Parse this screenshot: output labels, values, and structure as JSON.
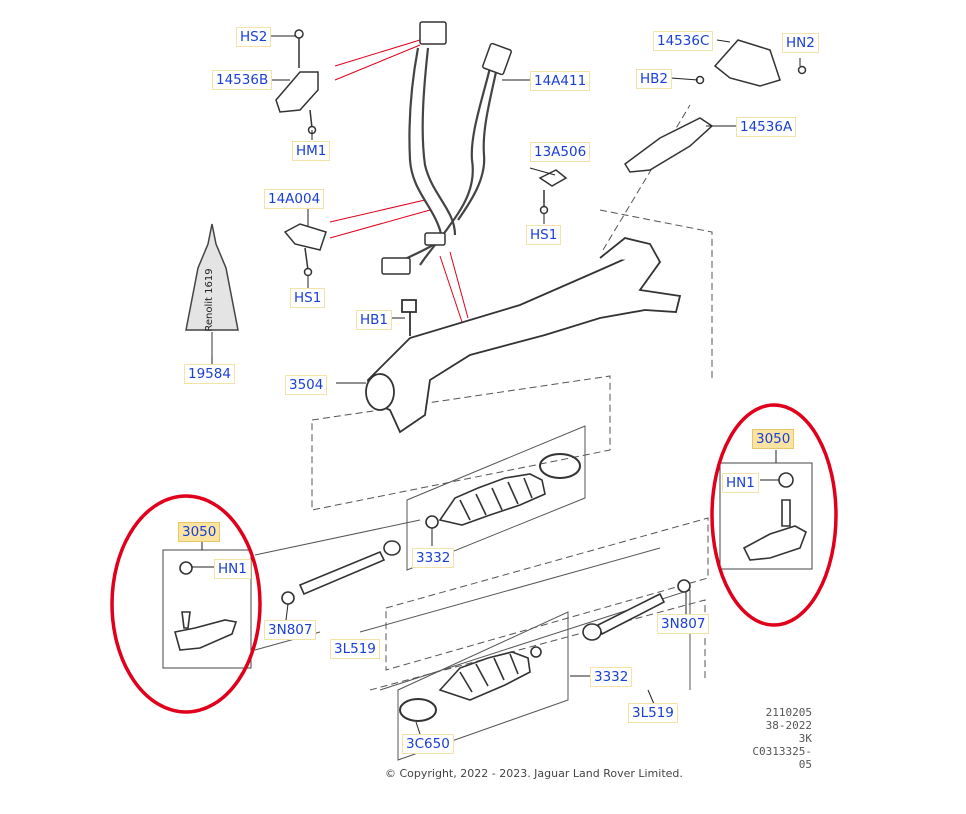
{
  "diagram": {
    "labels": {
      "hs2": "HS2",
      "p14536b": "14536B",
      "hm1": "HM1",
      "p14536c": "14536C",
      "hn2": "HN2",
      "hb2": "HB2",
      "p14536a": "14536A",
      "p14a411": "14A411",
      "p13a506": "13A506",
      "hs1_right": "HS1",
      "p14a004": "14A004",
      "hs1_left": "HS1",
      "hb1": "HB1",
      "p19584": "19584",
      "p3504": "3504",
      "p3050_right": "3050",
      "hn1_right": "HN1",
      "p3050_left": "3050",
      "hn1_left": "HN1",
      "p3332_upper": "3332",
      "p3n807_left": "3N807",
      "p3l519_left": "3L519",
      "p3n807_right": "3N807",
      "p3332_lower": "3332",
      "p3l519_right": "3L519",
      "p3c650": "3C650"
    },
    "sealant_text": "Renolit 1619",
    "footer_lines": [
      "2110205",
      "38-2022",
      "3K",
      "C0313325-05"
    ],
    "copyright": "© Copyright, 2022 - 2023. Jaguar Land Rover Limited.",
    "colors": {
      "label_text": "#1a3fd6",
      "highlight_fill": "#fbe3a2",
      "annotation_ellipse": "#e0001b",
      "line_art": "#333333"
    }
  }
}
